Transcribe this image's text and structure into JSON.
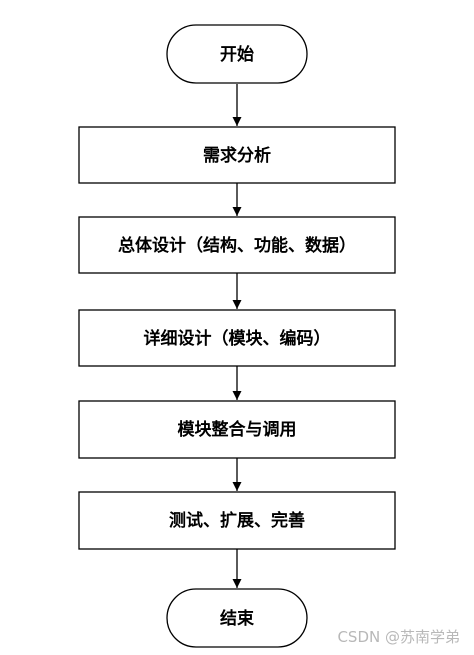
{
  "flowchart": {
    "nodes": [
      {
        "id": "start",
        "shape": "terminal",
        "label": "开始"
      },
      {
        "id": "req",
        "shape": "process",
        "label": "需求分析"
      },
      {
        "id": "overall",
        "shape": "process",
        "label": "总体设计（结构、功能、数据）"
      },
      {
        "id": "detail",
        "shape": "process",
        "label": "详细设计（模块、编码）"
      },
      {
        "id": "integrate",
        "shape": "process",
        "label": "模块整合与调用"
      },
      {
        "id": "test",
        "shape": "process",
        "label": "测试、扩展、完善"
      },
      {
        "id": "end",
        "shape": "terminal",
        "label": "结束"
      }
    ],
    "edges": [
      {
        "from": "start",
        "to": "req"
      },
      {
        "from": "req",
        "to": "overall"
      },
      {
        "from": "overall",
        "to": "detail"
      },
      {
        "from": "detail",
        "to": "integrate"
      },
      {
        "from": "integrate",
        "to": "test"
      },
      {
        "from": "test",
        "to": "end"
      }
    ]
  },
  "watermark": "CSDN @苏南学弟",
  "colors": {
    "stroke": "#000000",
    "fill": "#ffffff",
    "text": "#000000",
    "watermark": "#b8b8b8"
  }
}
